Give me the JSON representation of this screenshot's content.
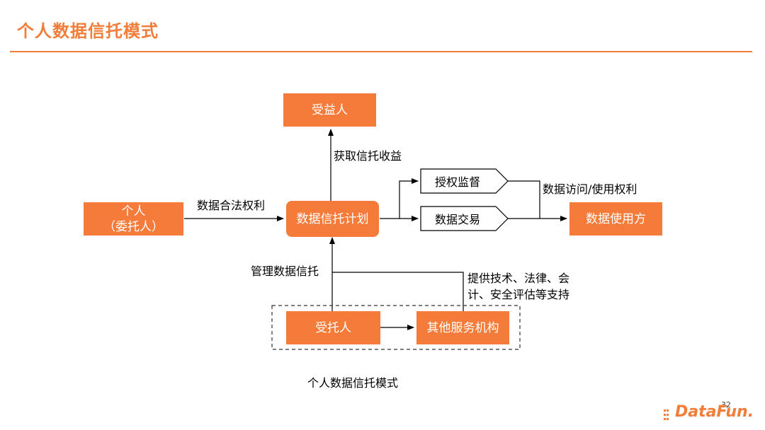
{
  "title": "个人数据信托模式",
  "nodes": {
    "beneficiary": "受益人",
    "individual_line1": "个人",
    "individual_line2": "（委托人）",
    "trust_plan": "数据信托计划",
    "authorization_monitoring": "授权监督",
    "data_trading": "数据交易",
    "data_user": "数据使用方",
    "trustee": "受托人",
    "other_services": "其他服务机构"
  },
  "edges": {
    "get_trust_income": "获取信托收益",
    "legal_data_rights": "数据合法权利",
    "access_use_rights": "数据访问/使用权利",
    "manage_data_trust": "管理数据信托",
    "support_line1": "提供技术、法律、会",
    "support_line2": "计、安全评估等支持"
  },
  "caption": "个人数据信托模式",
  "footer": {
    "page_number": "32",
    "logo_text": "DataFun."
  },
  "colors": {
    "accent": "#f07d3a",
    "box_fill": "#f47b3a"
  }
}
